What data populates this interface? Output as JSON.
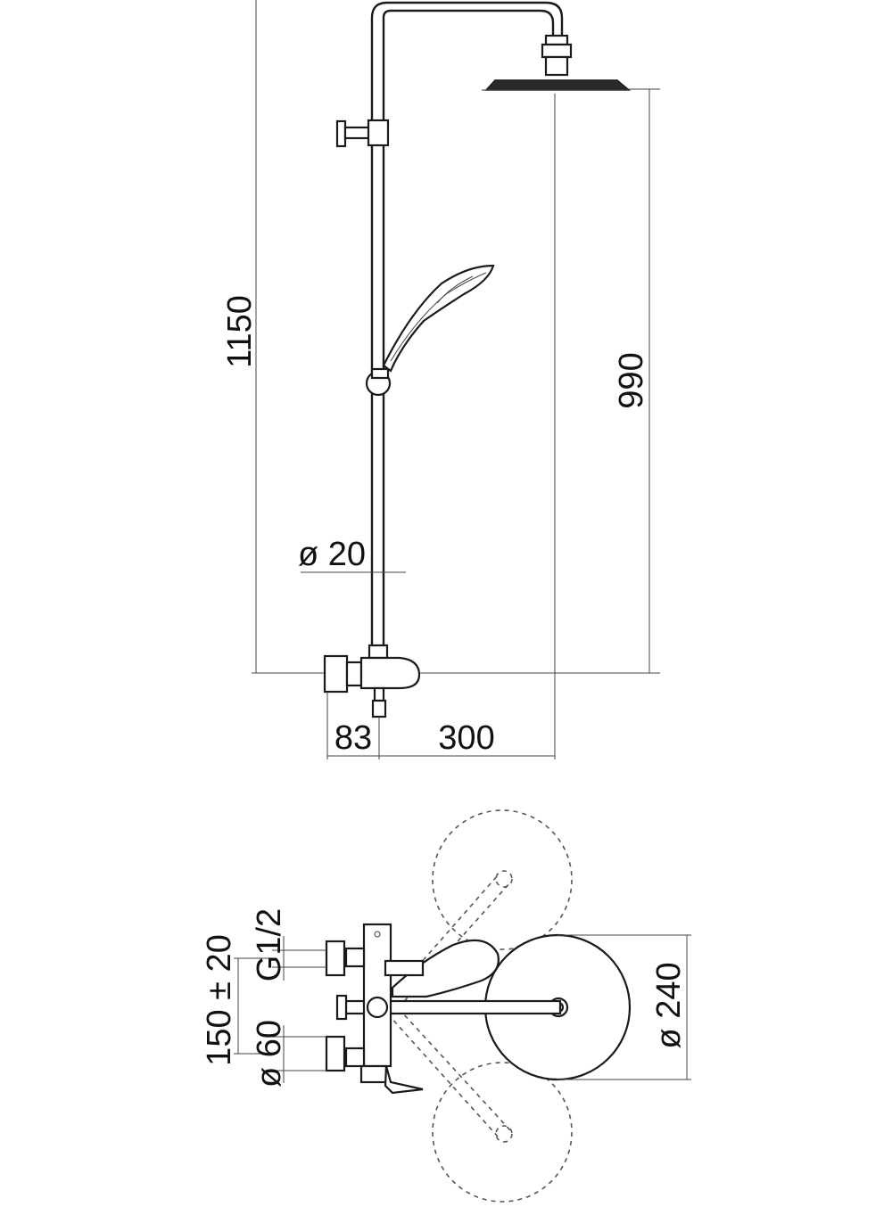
{
  "side_view": {
    "dim_total_height": "1150",
    "dim_head_height": "990",
    "dim_tube_diameter": "ø 20",
    "dim_wall_offset": "83",
    "dim_head_projection": "300"
  },
  "top_view": {
    "dim_centers": "150 ± 20",
    "dim_thread": "G1/2",
    "dim_flange_diameter": "ø 60",
    "dim_head_diameter": "ø 240"
  }
}
